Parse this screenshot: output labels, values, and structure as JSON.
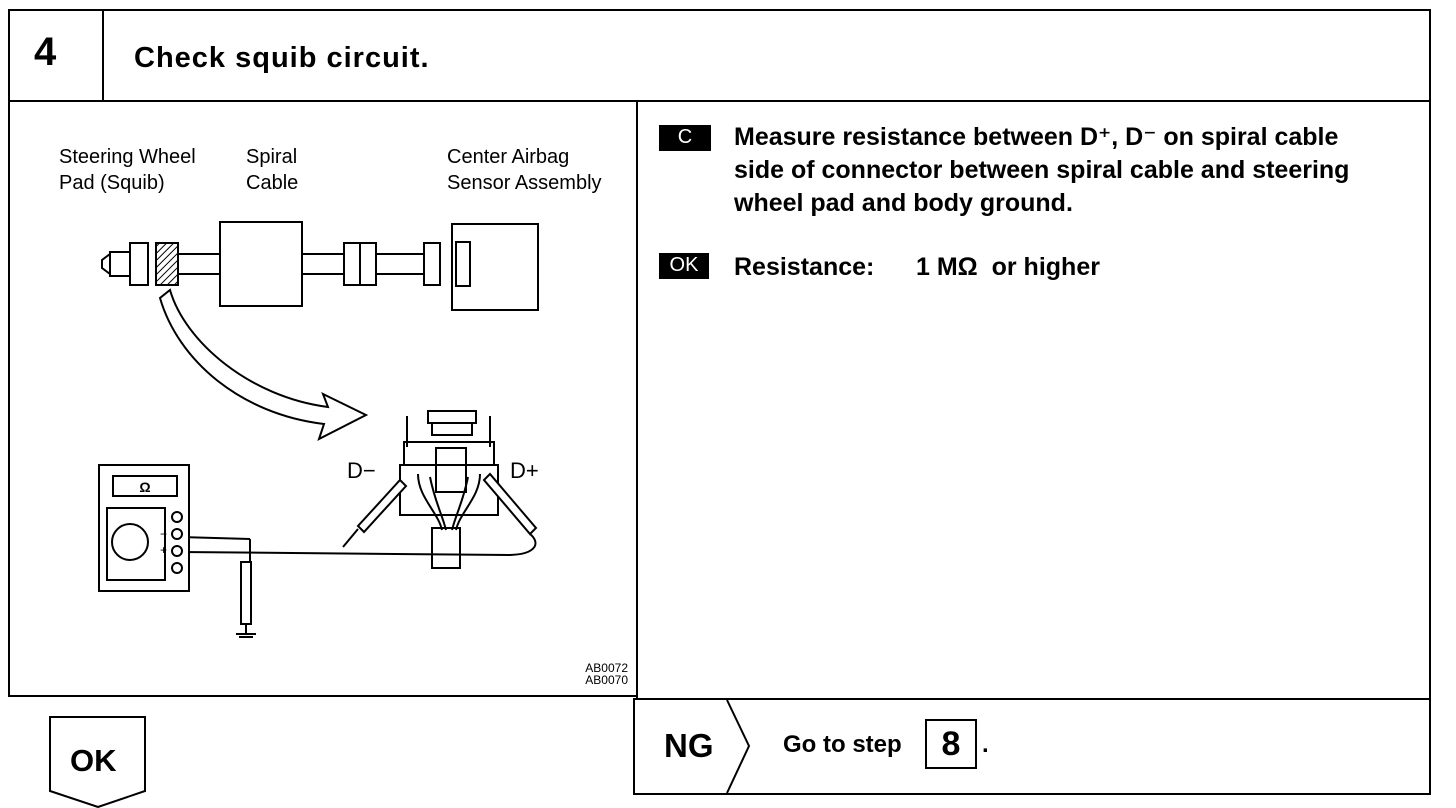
{
  "header": {
    "step_number": "4",
    "title": "Check squib circuit."
  },
  "figure": {
    "labels": {
      "steering_wheel_pad": [
        "Steering Wheel",
        "Pad (Squib)"
      ],
      "spiral_cable": [
        "Spiral",
        "Cable"
      ],
      "center_airbag": [
        "Center Airbag",
        "Sensor Assembly"
      ],
      "d_minus": "D−",
      "d_plus": "D+",
      "ohm_symbol": "Ω"
    },
    "codes": [
      "AB0072",
      "AB0070"
    ]
  },
  "check": {
    "tag": "C",
    "text_lines": [
      "Measure resistance between D⁺, D⁻ on spiral cable",
      "side of connector between spiral cable and steering",
      "wheel pad and body ground."
    ]
  },
  "ok_spec": {
    "tag": "OK",
    "label": "Resistance:",
    "value": "1 MΩ  or higher"
  },
  "ok_result": {
    "label": "OK"
  },
  "ng_result": {
    "label": "NG",
    "goto_text": "Go to step",
    "goto_step": "8",
    "period": "."
  }
}
